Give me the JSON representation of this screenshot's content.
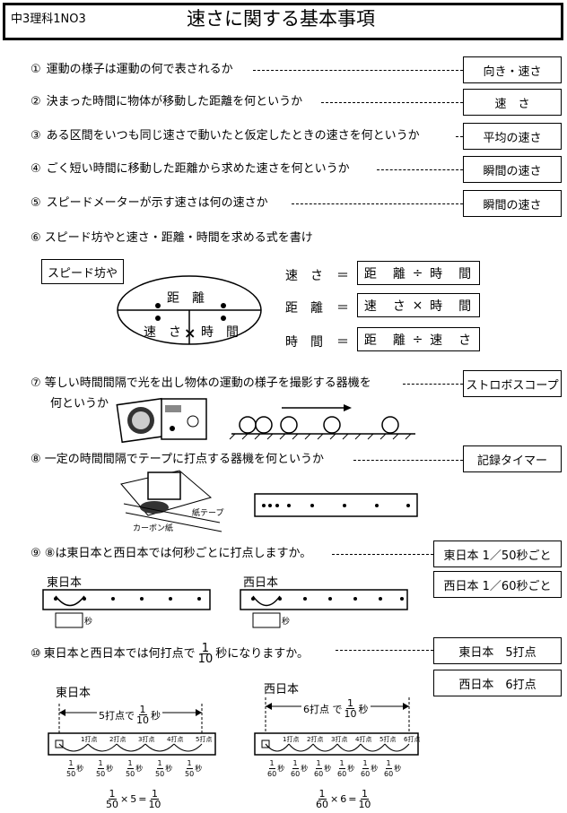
{
  "header": {
    "id": "中3理科1NO3",
    "title": "速さに関する基本事項"
  },
  "questions": [
    {
      "num": "①",
      "text": "運動の様子は運動の何で表されるか",
      "answer": "向き・速さ"
    },
    {
      "num": "②",
      "text": "決まった時間に物体が移動した距離を何というか",
      "answer": "速　さ"
    },
    {
      "num": "③",
      "text": "ある区間をいつも同じ速さで動いたと仮定したときの速さを何というか",
      "answer": "平均の速さ"
    },
    {
      "num": "④",
      "text": "ごく短い時間に移動した距離から求めた速さを何というか",
      "answer": "瞬間の速さ"
    },
    {
      "num": "⑤",
      "text": "スピードメーターが示す速さは何の速さか",
      "answer": "瞬間の速さ"
    },
    {
      "num": "⑥",
      "text": "スピード坊やと速さ・距離・時間を求める式を書け"
    },
    {
      "num": "⑦",
      "text": "等しい時間間隔で光を出し物体の運動の様子を撮影する器機を",
      "text2": "何というか",
      "answer": "ストロボスコープ"
    },
    {
      "num": "⑧",
      "text": "一定の時間間隔でテープに打点する器機を何というか",
      "answer": "記録タイマー"
    },
    {
      "num": "⑨",
      "text": "⑧は東日本と西日本では何秒ごとに打点しますか。",
      "answer": "東日本 1／50秒ごと",
      "answer2": "西日本 1／60秒ごと"
    },
    {
      "num": "⑩",
      "text_a": "東日本と西日本では何打点で",
      "frac_n": "1",
      "frac_d": "10",
      "text_b": "秒になりますか。",
      "answer": "東日本　5打点",
      "answer2": "西日本　6打点"
    }
  ],
  "speed_boy": {
    "label": "スピード坊や",
    "top": "距　離",
    "left": "速　さ",
    "mult": "×",
    "right": "時　間"
  },
  "formulas": [
    {
      "lhs": "速　さ",
      "eq": "＝",
      "a": "距　離",
      "op": "÷",
      "b": "時　間"
    },
    {
      "lhs": "距　離",
      "eq": "＝",
      "a": "速　さ",
      "op": "×",
      "b": "時　間"
    },
    {
      "lhs": "時　間",
      "eq": "＝",
      "a": "距　離",
      "op": "÷",
      "b": "速　さ"
    }
  ],
  "tape_labels": {
    "east": "東日本",
    "west": "西日本",
    "sec": "秒"
  },
  "q10_diagram": {
    "east_title": "東日本",
    "west_title": "西日本",
    "east_span_a": "5打点で",
    "east_span_b": "秒",
    "west_span_a": "6打点 で",
    "west_span_b": "秒",
    "frac_1": "1",
    "frac_10": "10",
    "frac_50": "50",
    "frac_60": "60",
    "sec": "秒",
    "east_ticks": [
      "1打点",
      "2打点",
      "3打点",
      "4打点",
      "5打点"
    ],
    "west_ticks": [
      "1打点",
      "2打点",
      "3打点",
      "4打点",
      "5打点",
      "6打点"
    ],
    "east_formula_mult": "×",
    "east_formula_k": "5",
    "west_formula_k": "6",
    "equals": "="
  },
  "figure_labels": {
    "paper_tape": "紙テープ",
    "carbon": "カーボン紙"
  }
}
